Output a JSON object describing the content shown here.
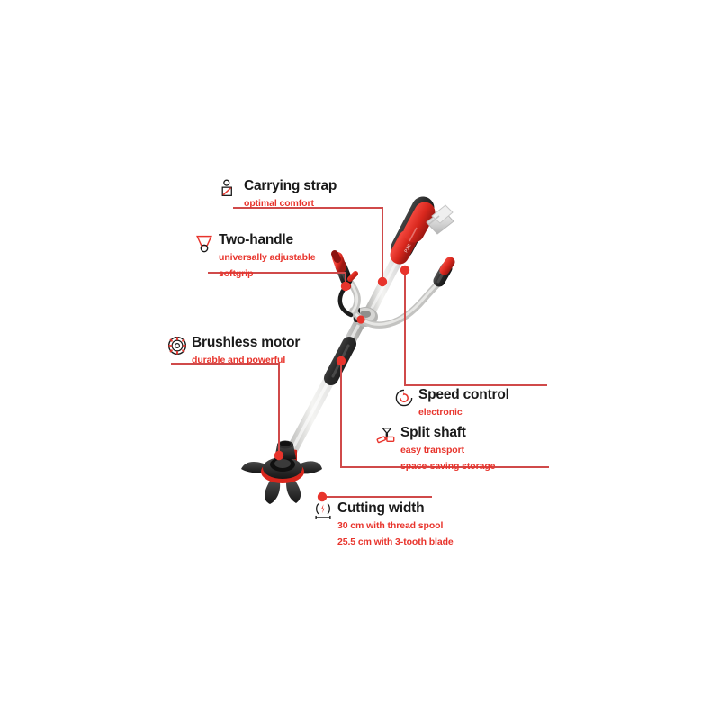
{
  "diagram": {
    "title": "Cordless brushcutter feature overview",
    "background_color": "#ffffff",
    "accent_color": "#e8342c",
    "line_color": "#d04a4a",
    "title_color": "#1a1a1a"
  },
  "callouts": [
    {
      "id": "carrying-strap",
      "icon": "person-strap-icon",
      "title": "Carrying strap",
      "subtitle_lines": [
        "optimal comfort"
      ]
    },
    {
      "id": "two-handle",
      "icon": "handle-icon",
      "title": "Two-handle",
      "subtitle_lines": [
        "universally adjustable",
        "softgrip"
      ]
    },
    {
      "id": "brushless-motor",
      "icon": "motor-rotor-icon",
      "title": "Brushless motor",
      "subtitle_lines": [
        "durable and powerful"
      ]
    },
    {
      "id": "speed-control",
      "icon": "circular-arrow-icon",
      "title": "Speed control",
      "subtitle_lines": [
        "electronic"
      ]
    },
    {
      "id": "split-shaft",
      "icon": "split-shaft-icon",
      "title": "Split shaft",
      "subtitle_lines": [
        "easy transport",
        "space-saving storage"
      ]
    },
    {
      "id": "cutting-width",
      "icon": "cutting-width-icon",
      "title": "Cutting width",
      "subtitle_lines": [
        "30 cm with thread spool",
        "25.5 cm with 3-tooth blade"
      ]
    }
  ],
  "product": {
    "name": "cordless-brushcutter",
    "colors": {
      "red": "#e03127",
      "red_dark": "#b0211a",
      "black": "#2a2a2a",
      "black_soft": "#3d3d3d",
      "shaft_light": "#e8e8e6",
      "shaft_mid": "#c8c8c6",
      "grey": "#9a9a98",
      "battery": "#d9d9d9"
    }
  }
}
